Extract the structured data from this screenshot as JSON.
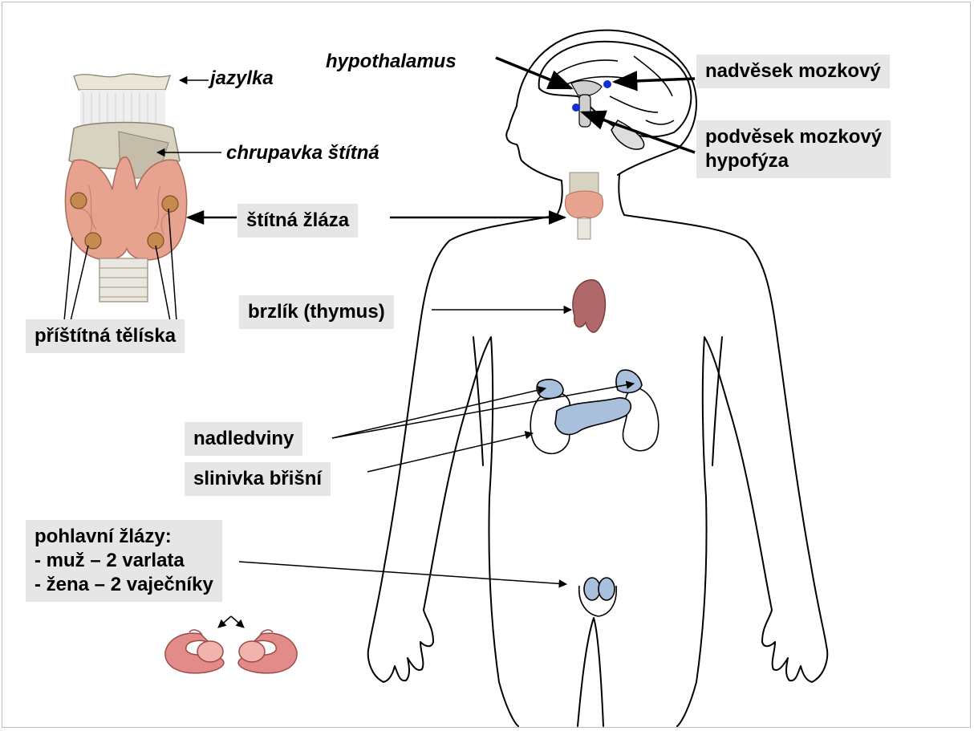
{
  "colors": {
    "label_box": "#e6e6e6",
    "thyroid": "#e8a390",
    "thymus": "#b0686a",
    "adrenal_pancreas": "#a9c0dc",
    "cartilage": "#d8d2c0",
    "ovary": "#e38b88",
    "brain_marker": "#1030d0",
    "outline": "#000000"
  },
  "labels": {
    "jazylka": "jazylka",
    "chrupavka": "chrupavka štítná",
    "hypothalamus": "hypothalamus",
    "nadvesek": "nadvěsek mozkový",
    "podvesek": "podvěsek mozkový\nhypofýza",
    "stitna": "štítná žláza",
    "pristitna": "příštítná tělíska",
    "brzlik": "brzlík (thymus)",
    "nadledviny": "nadledviny",
    "slinivka": "slinivka břišní",
    "pohlavni": "pohlavní žlázy:\n- muž – 2 varlata\n- žena – 2 vaječníky"
  },
  "icons": [
    "thyroid-closeup-illustration",
    "body-outline",
    "brain-illustration",
    "thymus-illustration",
    "adrenal-pancreas-illustration",
    "testes-illustration",
    "ovary-illustration"
  ]
}
